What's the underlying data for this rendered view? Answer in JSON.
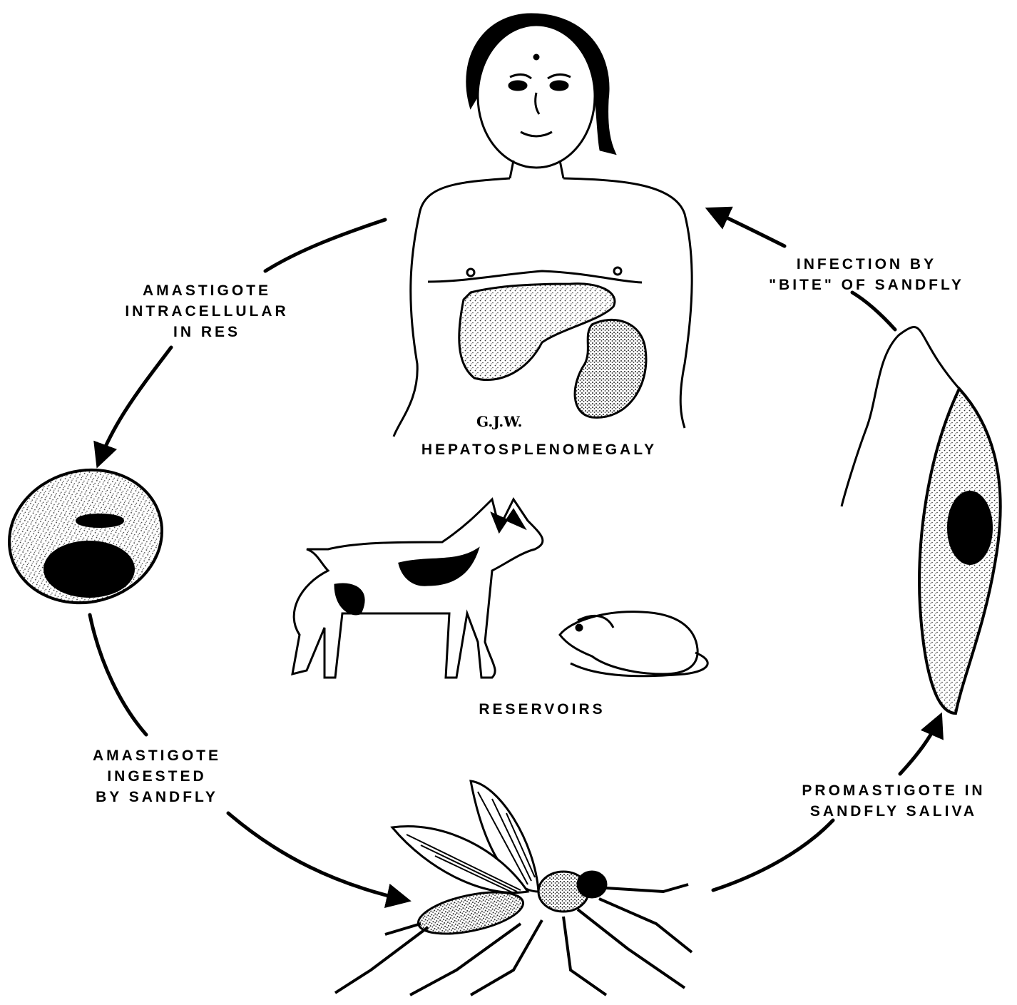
{
  "labels": {
    "human": "HEPATOSPLENOMEGALY",
    "human_initials": "G.J.W.",
    "reservoirs": "RESERVOIRS",
    "arrow_infection": [
      "INFECTION BY",
      "\"BITE\" OF SANDFLY"
    ],
    "arrow_amastigote_res": [
      "AMASTIGOTE",
      "INTRACELLULAR",
      "IN RES"
    ],
    "arrow_amastigote_ingested": [
      "AMASTIGOTE",
      "INGESTED",
      "BY SANDFLY"
    ],
    "arrow_promastigote": [
      "PROMASTIGOTE IN",
      "SANDFLY SALIVA"
    ]
  },
  "colors": {
    "ink": "#000000",
    "paper": "#ffffff",
    "stipple": "#3a3a3a"
  },
  "icons": [
    "human-figure",
    "amastigote-cell-icon",
    "promastigote-icon",
    "sandfly-icon",
    "dog-icon",
    "rodent-icon"
  ]
}
